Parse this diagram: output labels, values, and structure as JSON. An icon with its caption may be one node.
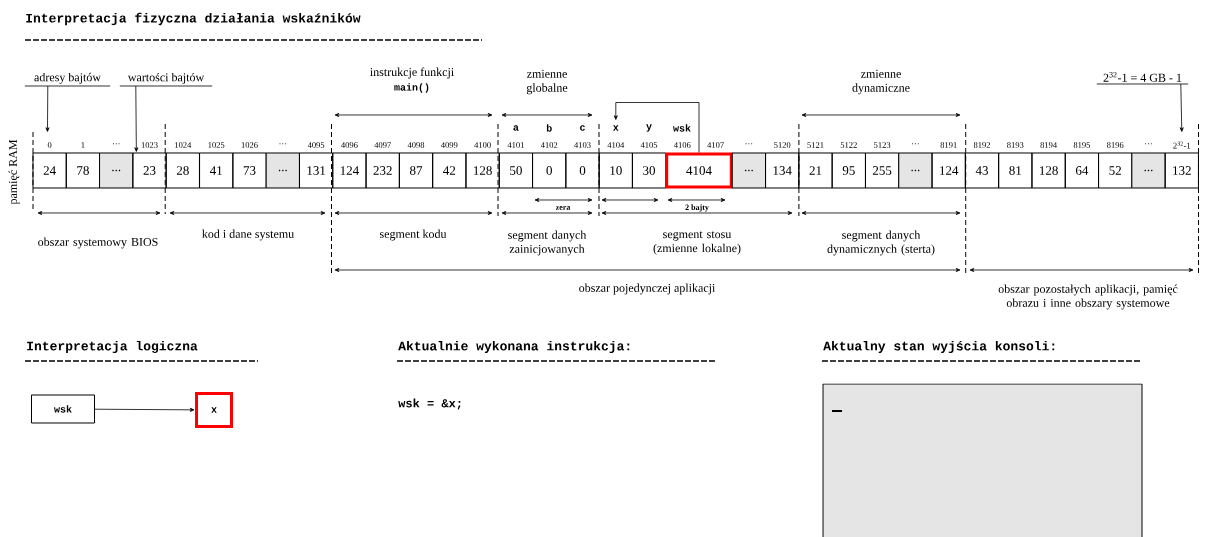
{
  "diagram": {
    "title": "Interpretacja fizyczna działania wskaźników",
    "nodes": [
      {
        "text": [
          "adresy bajtów"
        ]
      },
      {
        "text": [
          "wartości bajtów"
        ]
      },
      {
        "text": [
          "2$^{32}$-1 = 4 GB - 1"
        ]
      },
      {
        "text": [
          "24"
        ],
        "beside": [
          "0"
        ]
      },
      {
        "text": [
          "78"
        ],
        "beside": [
          "1"
        ]
      },
      {
        "text": [
          "..."
        ],
        "beside": [
          "···"
        ]
      },
      {
        "text": [
          "23"
        ],
        "beside": [
          "1023"
        ]
      },
      {
        "text": [
          "28"
        ],
        "beside": [
          "1024"
        ]
      },
      {
        "text": [
          "41"
        ],
        "beside": [
          "1025"
        ]
      },
      {
        "text": [
          "73"
        ],
        "beside": [
          "1026"
        ]
      },
      {
        "text": [
          "..."
        ],
        "beside": [
          "···"
        ]
      },
      {
        "text": [
          "131"
        ],
        "beside": [
          "4095"
        ]
      },
      {
        "text": [
          "124"
        ],
        "beside": [
          "4096"
        ]
      },
      {
        "text": [
          "232"
        ],
        "beside": [
          "4097"
        ]
      },
      {
        "text": [
          "87"
        ],
        "beside": [
          "4098"
        ]
      },
      {
        "text": [
          "42"
        ],
        "beside": [
          "4099"
        ]
      },
      {
        "text": [
          "128"
        ],
        "beside": [
          "4100"
        ]
      },
      {
        "text": [
          "50"
        ],
        "beside": [
          "a",
          "4101"
        ]
      },
      {
        "text": [
          "0"
        ],
        "beside": [
          "b",
          "4102"
        ]
      },
      {
        "text": [
          "0"
        ],
        "beside": [
          "c",
          "4103"
        ]
      },
      {
        "text": [
          "10"
        ],
        "beside": [
          "x",
          "4104"
        ]
      },
      {
        "text": [
          "30"
        ],
        "beside": [
          "y",
          "4105"
        ]
      },
      {
        "text": [
          "4104"
        ],
        "beside": [
          "wsk",
          "4106",
          "4107"
        ]
      },
      {
        "text": [
          "..."
        ],
        "beside": [
          "···"
        ]
      },
      {
        "text": [
          "134"
        ],
        "beside": [
          "5120"
        ]
      },
      {
        "text": [
          "21"
        ],
        "beside": [
          "5121"
        ]
      },
      {
        "text": [
          "95"
        ],
        "beside": [
          "5122"
        ]
      },
      {
        "text": [
          "255"
        ],
        "beside": [
          "5123"
        ]
      },
      {
        "text": [
          "..."
        ],
        "beside": [
          "···"
        ]
      },
      {
        "text": [
          "124"
        ],
        "beside": [
          "8191"
        ]
      },
      {
        "text": [
          "43"
        ],
        "beside": [
          "8192"
        ]
      },
      {
        "text": [
          "81"
        ],
        "beside": [
          "8193"
        ]
      },
      {
        "text": [
          "128"
        ],
        "beside": [
          "8194"
        ]
      },
      {
        "text": [
          "64"
        ],
        "beside": [
          "8195"
        ]
      },
      {
        "text": [
          "52"
        ],
        "beside": [
          "8196"
        ]
      },
      {
        "text": [
          "..."
        ],
        "beside": [
          "···"
        ]
      },
      {
        "text": [
          "132"
        ],
        "beside": [
          "2$^{32}$-1"
        ]
      },
      {
        "text": [
          "wsk"
        ]
      },
      {
        "text": [
          "x"
        ]
      }
    ],
    "edges": [
      {
        "from": 22,
        "to": 20,
        "arrow": "to"
      },
      {
        "from": 0,
        "to": 3,
        "arrow": "to"
      },
      {
        "from": 1,
        "to": 6,
        "arrow": "to"
      },
      {
        "from": 2,
        "to": 36,
        "arrow": "to"
      },
      {
        "from": 37,
        "to": 38,
        "arrow": "to"
      }
    ],
    "labels": [
      "pamięć RAM",
      "instrukcje funkcji",
      "main()",
      "zmienne globalne",
      "zmienne dynamiczne",
      "zera",
      "2 bajty",
      "obszar systemowy BIOS",
      "kod i dane systemu",
      "segment kodu",
      "segment danych zainicjowanych",
      "segment stosu (zmienne lokalne)",
      "segment danych dynamicznych (sterta)",
      "obszar pojedynczej aplikacji",
      "obszar pozostałych aplikacji, pamięć obrazu i inne obszary systemowe",
      "Interpretacja logiczna",
      "Aktualnie wykonana instrukcja:",
      "wsk = &x;",
      "Aktualny stan wyjścia konsoli:"
    ]
  }
}
